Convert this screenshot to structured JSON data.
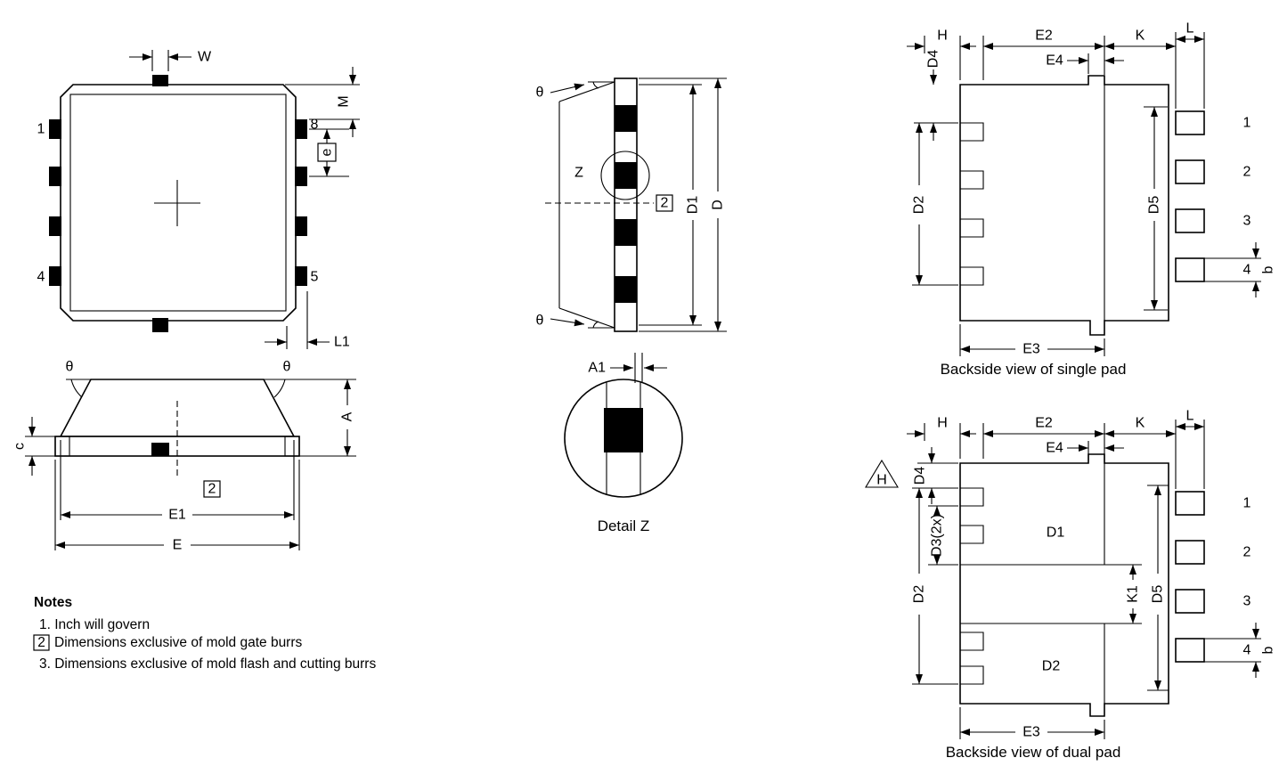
{
  "colors": {
    "ink": "#000000",
    "background": "#ffffff"
  },
  "top_view": {
    "w": "W",
    "m": "M",
    "e": "e",
    "l1": "L1",
    "pin_tl": "1",
    "pin_bl": "4",
    "pin_tr": "8",
    "pin_br": "5"
  },
  "side_view": {
    "theta_left": "θ",
    "theta_right": "θ",
    "a": "A",
    "c": "c",
    "e1": "E1",
    "e": "E",
    "flag2": "2"
  },
  "edge_view": {
    "theta_top": "θ",
    "theta_bottom": "θ",
    "z": "Z",
    "flag2": "2",
    "d1": "D1",
    "d": "D"
  },
  "detail_z": {
    "a1": "A1",
    "caption": "Detail Z"
  },
  "notes": {
    "title": "Notes",
    "item1": "1. Inch will govern",
    "flag2": "2",
    "item2": "Dimensions exclusive of mold gate burrs",
    "item3": "3. Dimensions exclusive of mold flash and cutting burrs"
  },
  "single_pad": {
    "h": "H",
    "e2": "E2",
    "e4": "E4",
    "k": "K",
    "l": "L",
    "d4": "D4",
    "d2": "D2",
    "d5": "D5",
    "e3": "E3",
    "b": "b",
    "pin1": "1",
    "pin2": "2",
    "pin3": "3",
    "pin4": "4",
    "caption": "Backside view of single pad"
  },
  "dual_pad": {
    "h": "H",
    "e2": "E2",
    "e4": "E4",
    "k": "K",
    "l": "L",
    "h_flag": "H",
    "d4": "D4",
    "d3": "D3(2x)",
    "d2": "D2",
    "k1": "K1",
    "d1_pad": "D1",
    "d2_pad": "D2",
    "d5": "D5",
    "e3": "E3",
    "b": "b",
    "pin1": "1",
    "pin2": "2",
    "pin3": "3",
    "pin4": "4",
    "caption": "Backside view of dual pad"
  }
}
